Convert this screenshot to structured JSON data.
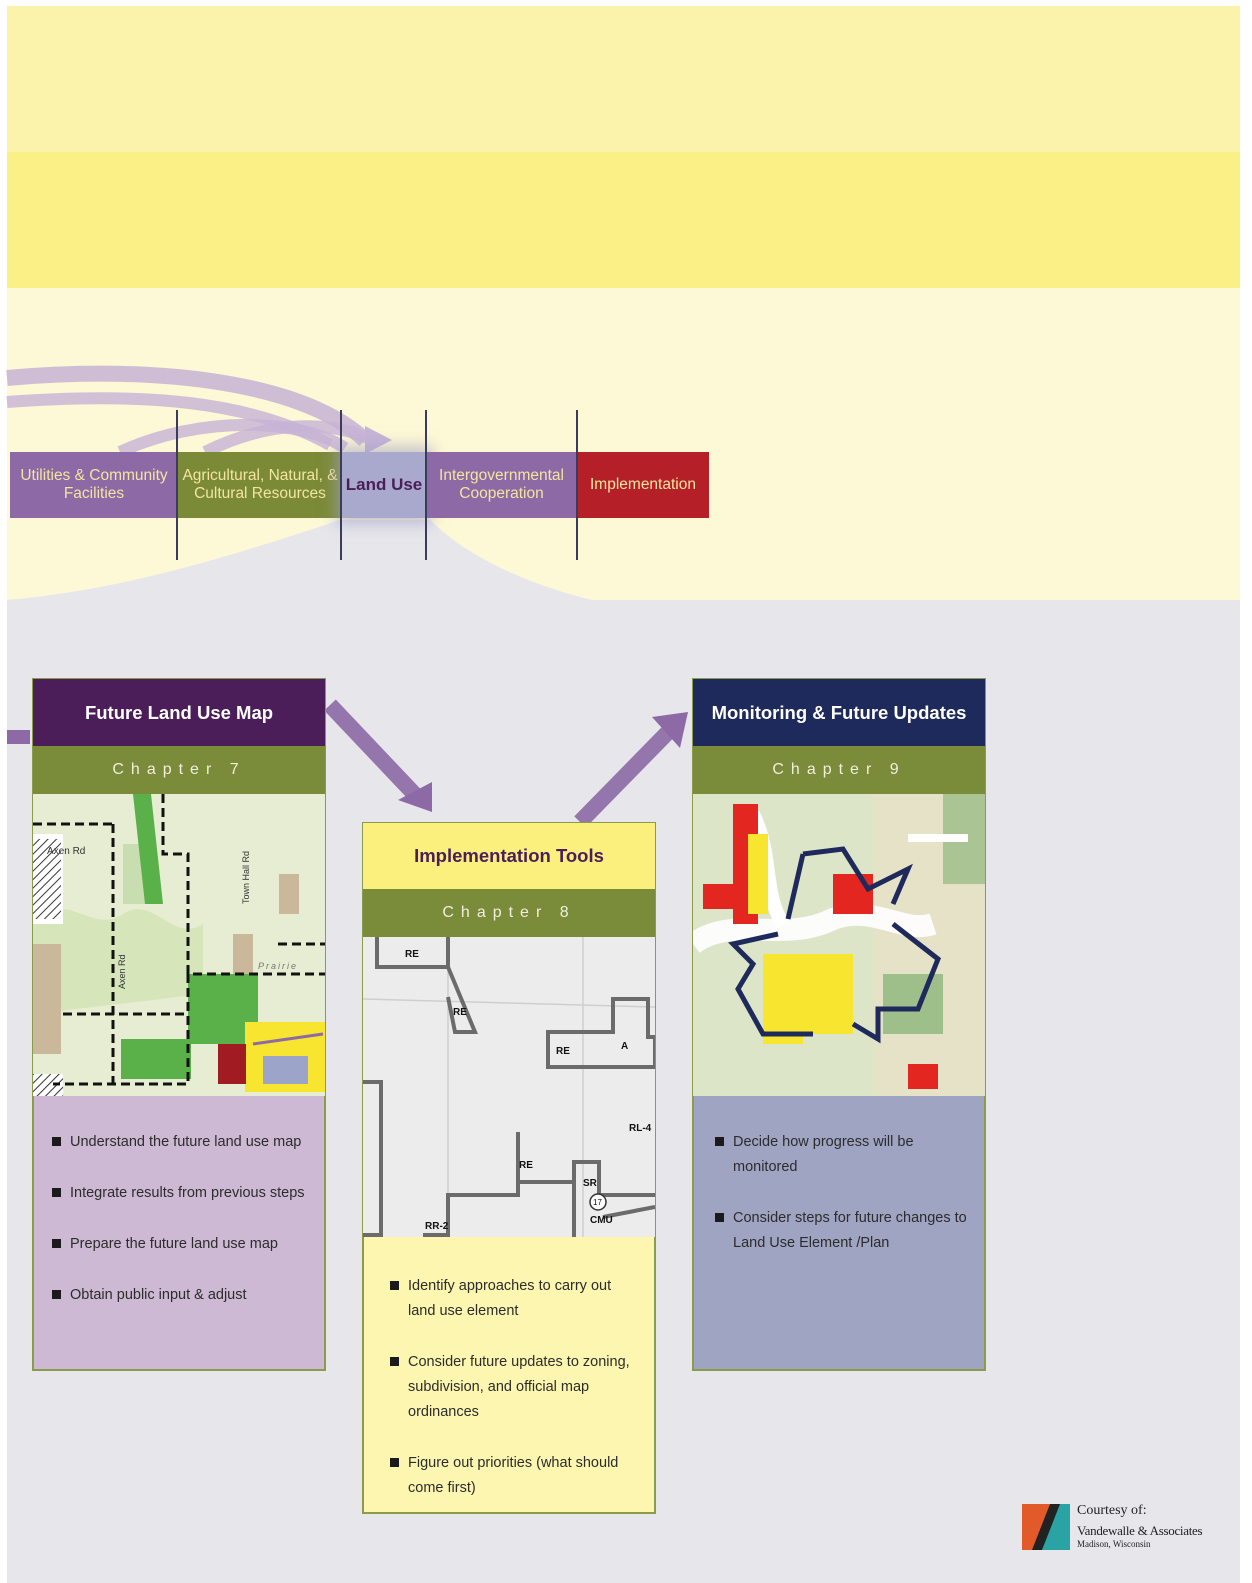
{
  "flow": {
    "tabs": [
      {
        "label": "Utilities & Community Facilities",
        "color": "#8d6aa6"
      },
      {
        "label": "Agricultural, Natural, & Cultural Resources",
        "color": "#7b8a37"
      },
      {
        "label": "Land Use",
        "color": "#a8a9cc"
      },
      {
        "label": "Intergovernmental Cooperation",
        "color": "#8d6aa6"
      },
      {
        "label": "Implementation",
        "color": "#b51f27"
      }
    ]
  },
  "cards": {
    "ch7": {
      "title": "Future Land Use Map",
      "chapter": "Chapter 7",
      "map_labels": [
        "Axen Rd",
        "Axen Rd",
        "Town Hall Rd",
        "Prairie"
      ],
      "bullets": [
        "Understand the future land use map",
        "Integrate results from previous steps",
        "Prepare the future land use map",
        "Obtain public input & adjust"
      ]
    },
    "ch8": {
      "title": "Implementation Tools",
      "chapter": "Chapter 8",
      "map_labels": [
        "RE",
        "RE",
        "RE",
        "A",
        "RL-4",
        "RE",
        "SR",
        "17",
        "CMU",
        "RR-2"
      ],
      "bullets": [
        "Identify approaches to carry out land use element",
        "Consider future updates to zoning, subdivision, and official map ordinances",
        "Figure out priorities (what should come first)"
      ]
    },
    "ch9": {
      "title": "Monitoring & Future Updates",
      "chapter": "Chapter 9",
      "bullets": [
        "Decide how progress will be monitored",
        "Consider steps for future changes to Land Use Element /Plan"
      ]
    }
  },
  "credit": {
    "courtesy": "Courtesy of:",
    "firm": "Vandewalle & Associates",
    "location": "Madison, Wisconsin"
  },
  "colors": {
    "purple_dark": "#4b1e5a",
    "navy": "#1f2a5c",
    "olive": "#7a8b3a",
    "lavender_panel": "#cdb9d3",
    "yellow_panel": "#fdf6b0",
    "blue_panel": "#9fa4c3"
  }
}
